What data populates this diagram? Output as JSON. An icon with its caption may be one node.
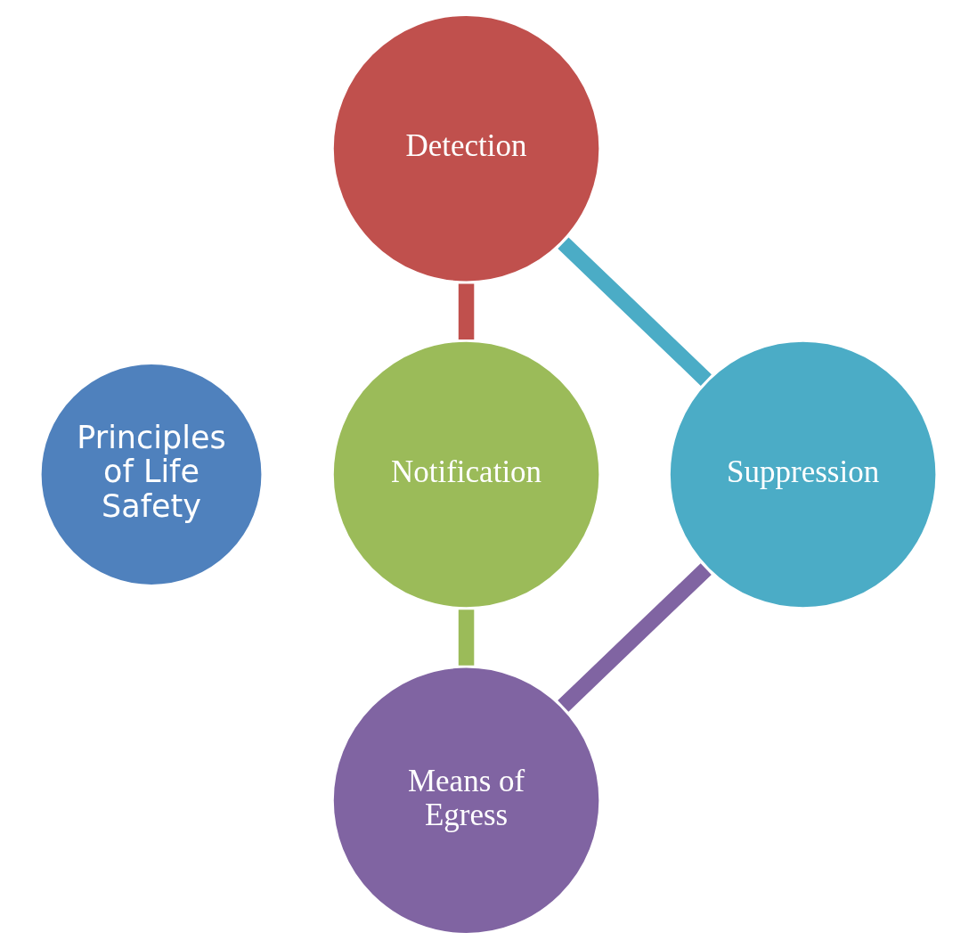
{
  "diagram": {
    "nodes": [
      {
        "text": [
          "Principles of Life Safety"
        ]
      },
      {
        "text": [
          "Detection"
        ]
      },
      {
        "text": [
          "Notification"
        ]
      },
      {
        "text": [
          "Means of Egress"
        ]
      },
      {
        "text": [
          "Suppression"
        ]
      }
    ],
    "edges": [
      {
        "from": 1,
        "to": 2,
        "arrow": "none",
        "color": "#c0504d"
      },
      {
        "from": 2,
        "to": 3,
        "arrow": "none",
        "color": "#9bbb59"
      },
      {
        "from": 3,
        "to": 4,
        "arrow": "none",
        "color": "#8064a2"
      },
      {
        "from": 4,
        "to": 1,
        "arrow": "none",
        "color": "#4bacc6"
      }
    ]
  }
}
